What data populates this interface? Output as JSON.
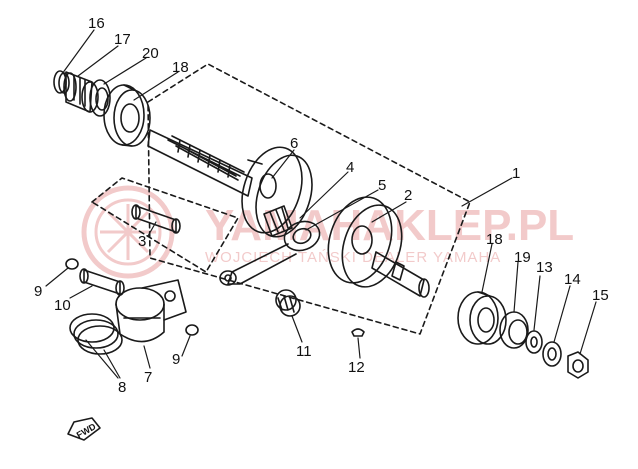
{
  "watermark": {
    "brand": "YAMAHAKLEP.PL",
    "tagline": "WOJCIECH TAŃSKI  DEALER YAMAHA",
    "color": "#e8a0a0"
  },
  "callouts": [
    {
      "id": "c16",
      "text": "16"
    },
    {
      "id": "c17",
      "text": "17"
    },
    {
      "id": "c20",
      "text": "20"
    },
    {
      "id": "c18a",
      "text": "18"
    },
    {
      "id": "c1",
      "text": "1"
    },
    {
      "id": "c6",
      "text": "6"
    },
    {
      "id": "c4",
      "text": "4"
    },
    {
      "id": "c5",
      "text": "5"
    },
    {
      "id": "c2",
      "text": "2"
    },
    {
      "id": "c3",
      "text": "3"
    },
    {
      "id": "c9a",
      "text": "9"
    },
    {
      "id": "c10",
      "text": "10"
    },
    {
      "id": "c8",
      "text": "8"
    },
    {
      "id": "c7",
      "text": "7"
    },
    {
      "id": "c9b",
      "text": "9"
    },
    {
      "id": "c11",
      "text": "11"
    },
    {
      "id": "c12",
      "text": "12"
    },
    {
      "id": "c18b",
      "text": "18"
    },
    {
      "id": "c19",
      "text": "19"
    },
    {
      "id": "c13",
      "text": "13"
    },
    {
      "id": "c14",
      "text": "14"
    },
    {
      "id": "c15",
      "text": "15"
    }
  ],
  "fwd_label": "FWD",
  "colors": {
    "line": "#1a1a1a"
  }
}
